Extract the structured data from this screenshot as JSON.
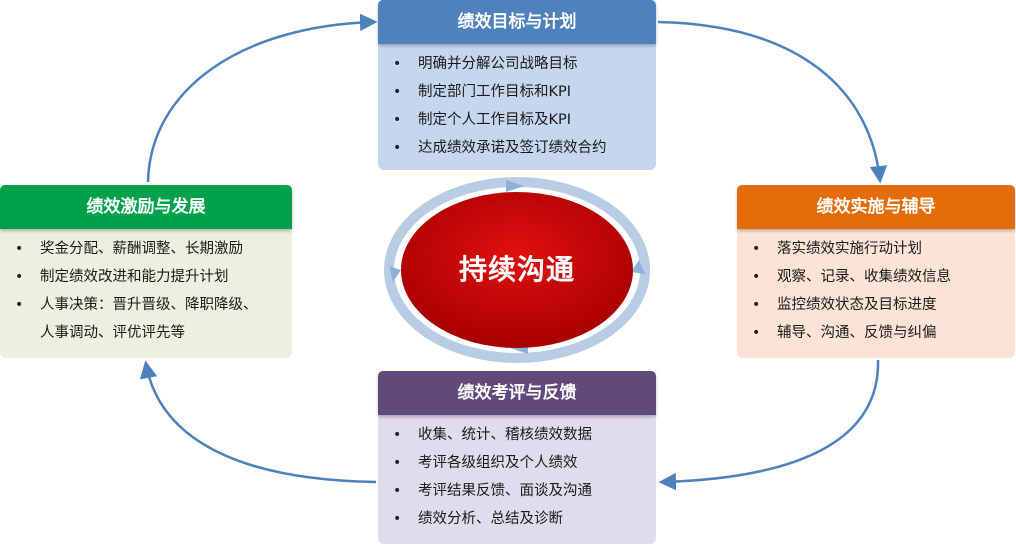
{
  "center": {
    "label": "持续沟通"
  },
  "cards": {
    "top": {
      "title": "绩效目标与计划",
      "items": [
        "明确并分解公司战略目标",
        "制定部门工作目标和KPI",
        "制定个人工作目标及KPI",
        "达成绩效承诺及签订绩效合约"
      ]
    },
    "right": {
      "title": "绩效实施与辅导",
      "items": [
        "落实绩效实施行动计划",
        "观察、记录、收集绩效信息",
        "监控绩效状态及目标进度",
        "辅导、沟通、反馈与纠偏"
      ]
    },
    "bottom": {
      "title": "绩效考评与反馈",
      "items": [
        "收集、统计、稽核绩效数据",
        "考评各级组织及个人绩效",
        "考评结果反馈、面谈及沟通",
        "绩效分析、总结及诊断"
      ]
    },
    "left": {
      "title": "绩效激励与发展",
      "items": [
        "奖金分配、薪酬调整、长期激励",
        "制定绩效改进和能力提升计划",
        "人事决策：晋升晋级、降职降级、",
        "人事调动、评优评先等"
      ]
    }
  },
  "colors": {
    "top": "#4f81bd",
    "right": "#e46c0a",
    "bottom": "#604a7b",
    "left": "#00a14b",
    "center_fill": "#c00000",
    "ring": "#b8cce4",
    "arrow": "#4f81bd"
  },
  "bullet": "•"
}
